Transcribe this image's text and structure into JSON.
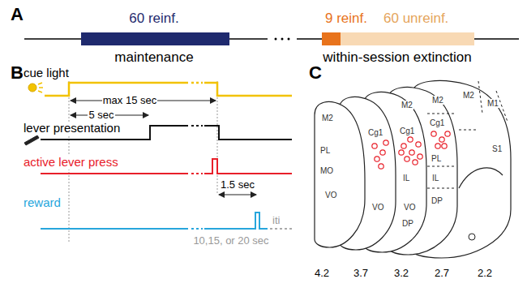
{
  "diagram": {
    "labels": [
      "A",
      "60 reinf.",
      "9 reinf.",
      "60 unreinf.",
      "maintenance",
      "within-session extinction",
      "B",
      "cue light",
      "max 15 sec",
      "lever presentation",
      "5 sec",
      "active lever press",
      "1.5 sec",
      "reward",
      "iti",
      "10,15, or 20 sec",
      "C",
      "M2",
      "PL",
      "MO",
      "VO",
      "Cg1",
      "VO",
      "M2",
      "Cg1",
      "IL",
      "VO",
      "DP",
      "M2",
      "Cg1",
      "PL",
      "IL",
      "DP",
      "M2",
      "M1",
      "S1",
      "4.2",
      "3.7",
      "3.2",
      "2.7",
      "2.2"
    ]
  }
}
